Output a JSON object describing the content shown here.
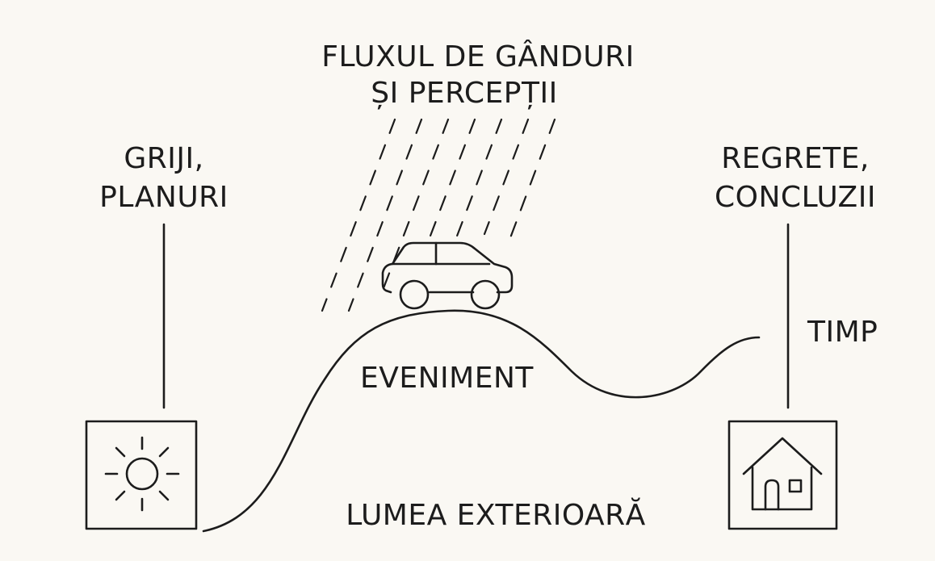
{
  "labels": {
    "title_line1": "FLUXUL DE GÂNDURI",
    "title_line2": "ȘI PERCEPȚII",
    "left_line1": "GRIJI,",
    "left_line2": "PLANURI",
    "right_line1": "REGRETE,",
    "right_line2": "CONCLUZII",
    "time": "TIMP",
    "event": "EVENIMENT",
    "bottom": "LUMEA EXTERIOARĂ"
  },
  "icons": {
    "left_box": "sun-icon",
    "right_box": "house-icon",
    "vehicle": "car-icon"
  },
  "colors": {
    "background": "#faf8f3",
    "ink": "#1c1c1c"
  }
}
